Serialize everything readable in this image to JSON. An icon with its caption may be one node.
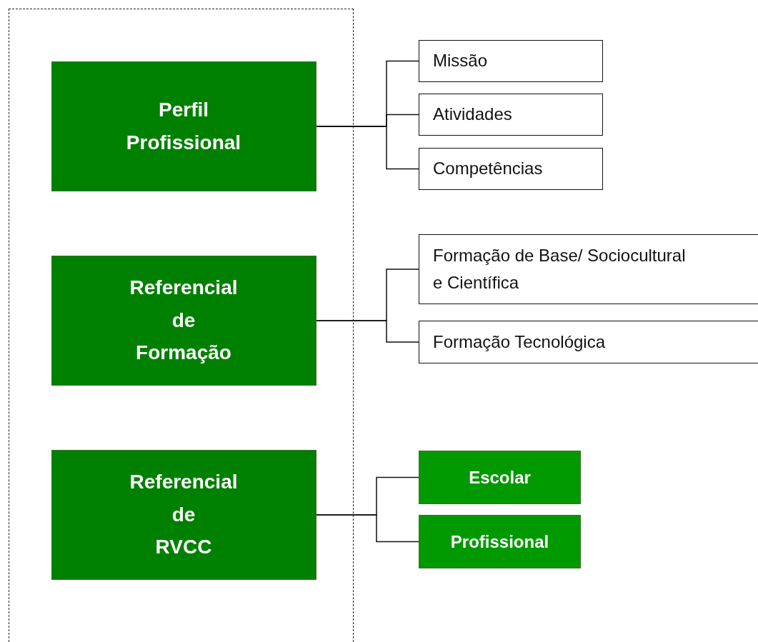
{
  "diagram": {
    "nodes": [
      {
        "text": [],
        "shape": "box"
      },
      {
        "text": [
          "Perfil Profissional"
        ],
        "in": 0
      },
      {
        "text": [
          "Missão"
        ]
      },
      {
        "text": [
          "Atividades"
        ]
      },
      {
        "text": [
          "Competências"
        ]
      },
      {
        "text": [
          "Referencial de Formação"
        ],
        "in": 0
      },
      {
        "text": [
          "Formação de Base/ Sociocultural e Científica"
        ]
      },
      {
        "text": [
          "Formação Tecnológica"
        ]
      },
      {
        "text": [
          "Referencial de RVCC"
        ],
        "in": 0
      },
      {
        "text": [
          "Escolar"
        ]
      },
      {
        "text": [
          "Profissional"
        ]
      }
    ],
    "edges": [
      {
        "from": 1,
        "to": 2,
        "arrow": "none"
      },
      {
        "from": 1,
        "to": 3,
        "arrow": "none"
      },
      {
        "from": 1,
        "to": 4,
        "arrow": "none"
      },
      {
        "from": 5,
        "to": 6,
        "arrow": "none"
      },
      {
        "from": 5,
        "to": 7,
        "arrow": "none"
      },
      {
        "from": 8,
        "to": 9,
        "arrow": "none"
      },
      {
        "from": 8,
        "to": 10,
        "arrow": "none"
      }
    ]
  }
}
